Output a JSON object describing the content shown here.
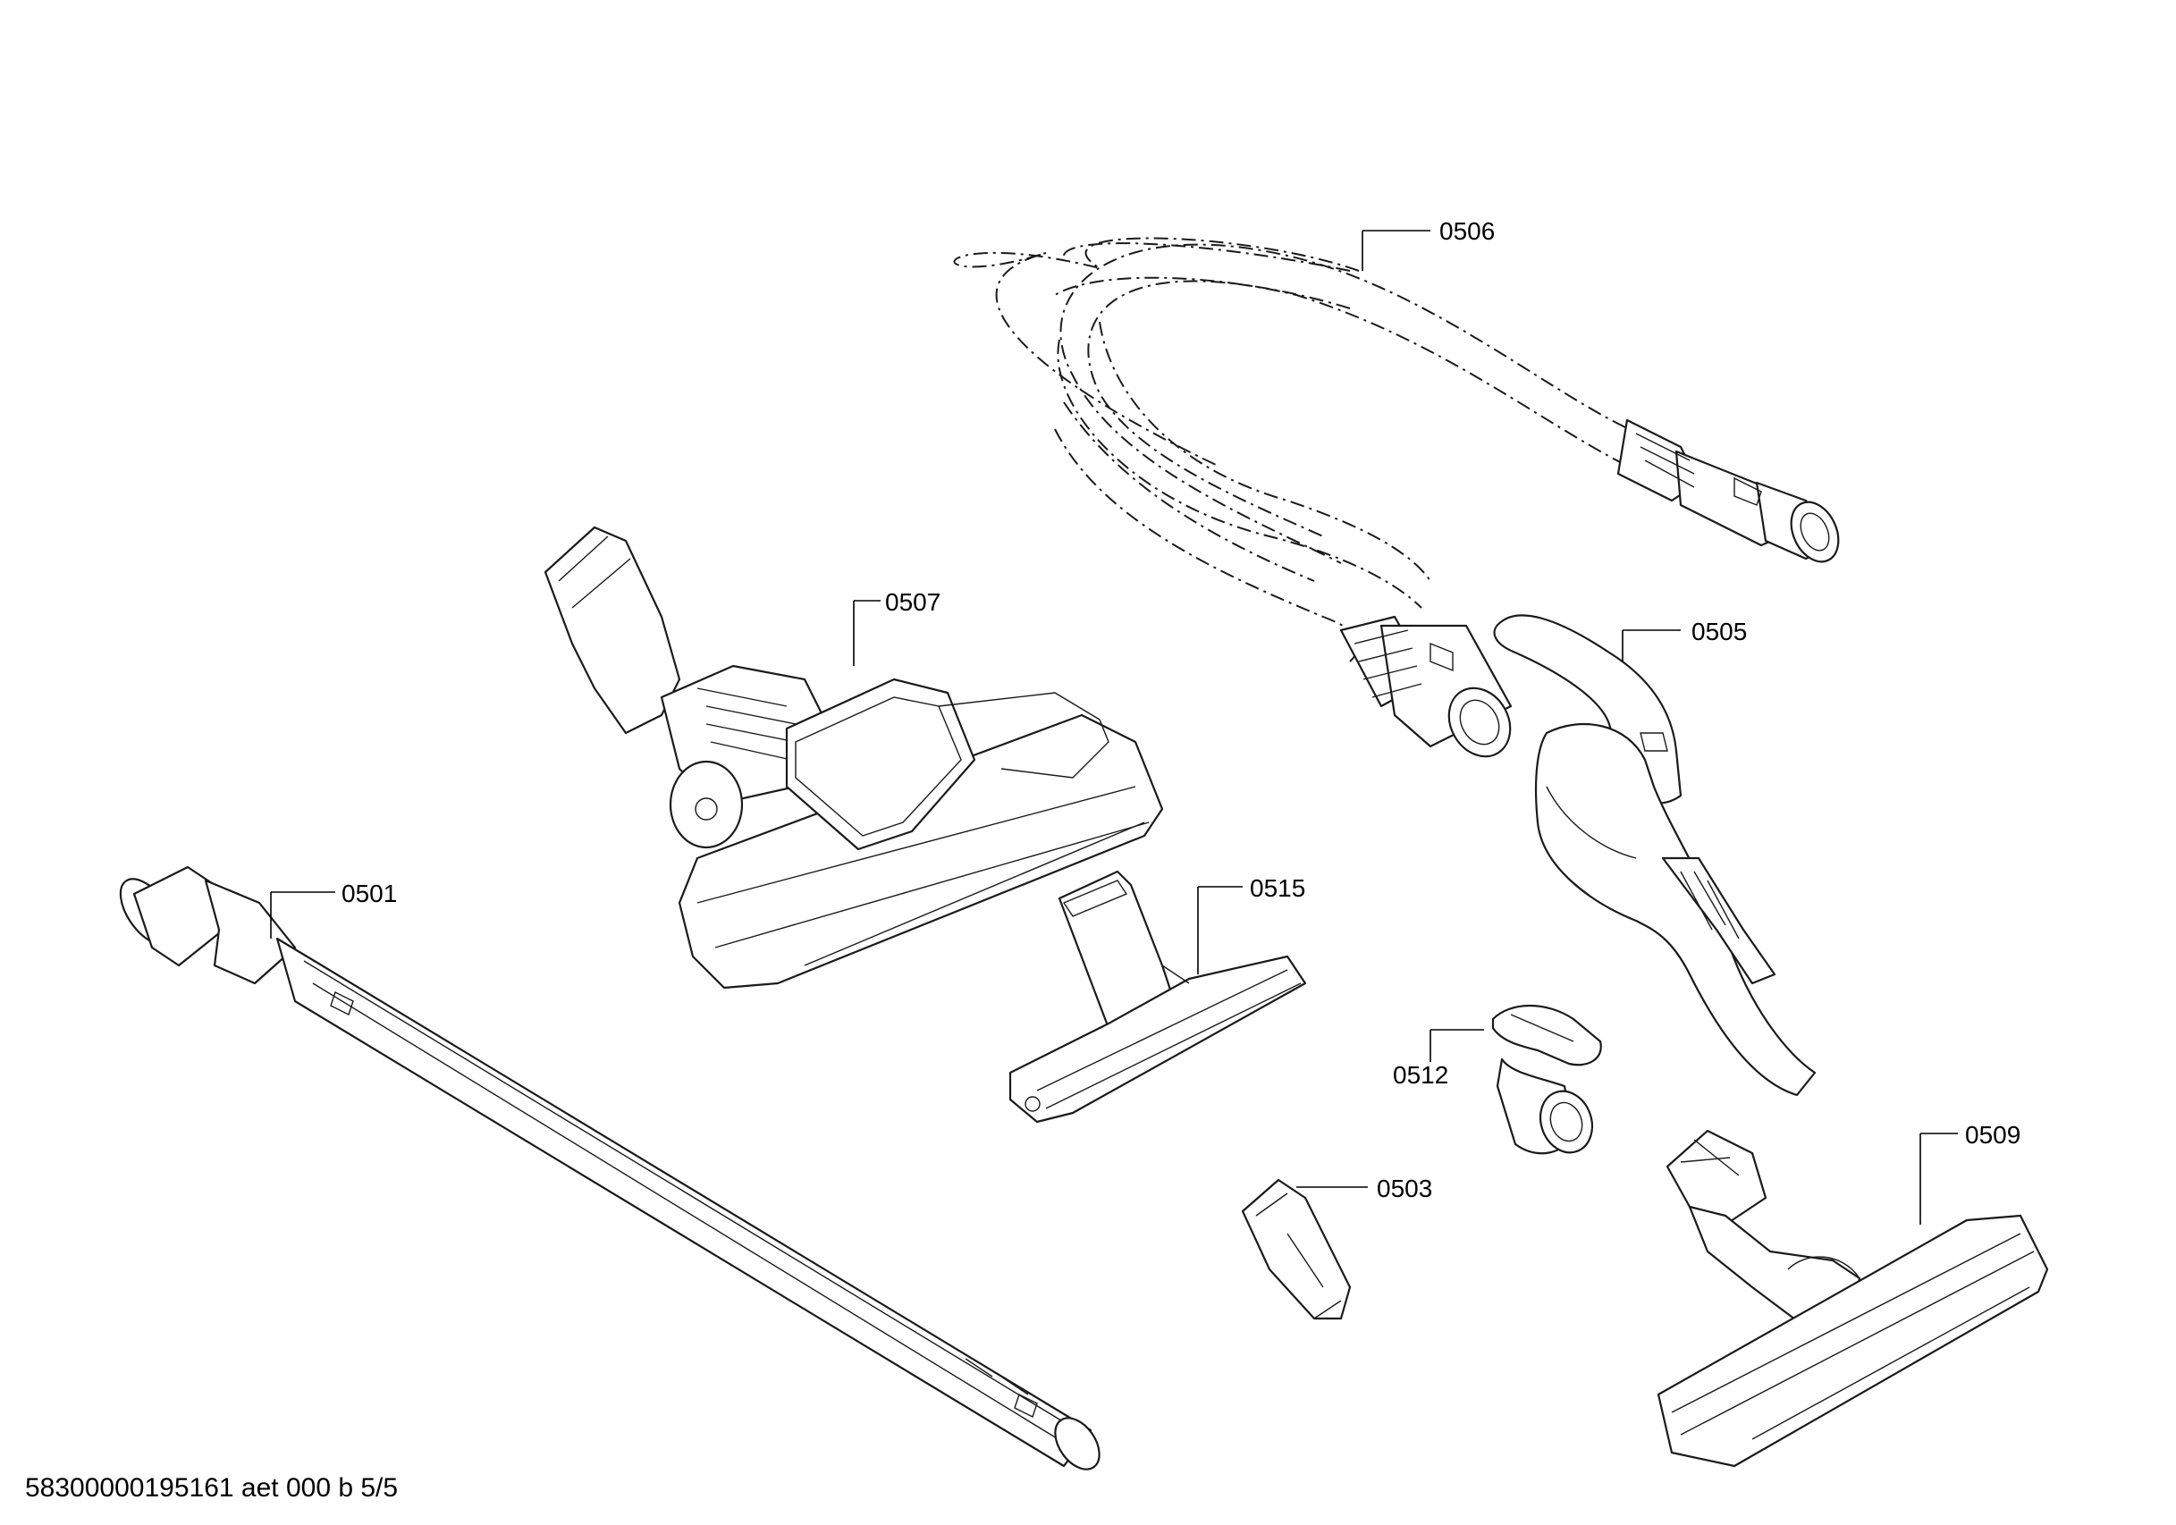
{
  "part_labels": {
    "p0501": "0501",
    "p0503": "0503",
    "p0505": "0505",
    "p0506": "0506",
    "p0507": "0507",
    "p0509": "0509",
    "p0512": "0512",
    "p0515": "0515"
  },
  "footer": {
    "code": "58300000195161 aet 000 b 5/5"
  }
}
